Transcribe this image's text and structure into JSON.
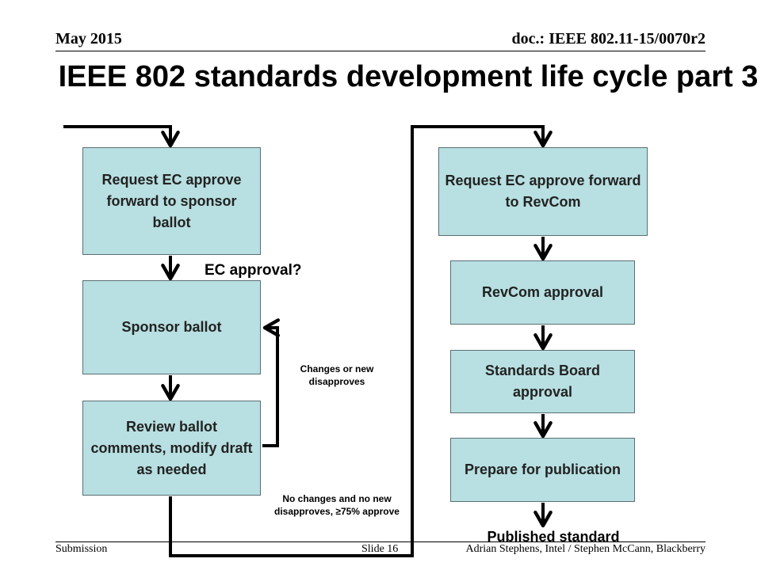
{
  "header": {
    "date": "May 2015",
    "doc": "doc.: IEEE 802.11-15/0070r2"
  },
  "title": "IEEE 802 standards development life cycle part 3",
  "boxes": {
    "request_sponsor": "Request EC approve forward to sponsor ballot",
    "sponsor_ballot": "Sponsor ballot",
    "review_comments": "Review ballot comments, modify draft as needed",
    "request_revcom": "Request EC approve forward to RevCom",
    "revcom_approval": "RevCom approval",
    "standards_board": "Standards Board approval",
    "prepare_publication": "Prepare for publication"
  },
  "labels": {
    "ec_approval": "EC approval?",
    "changes": "Changes or new disapproves",
    "no_changes": "No changes and no new disapproves, ≥75% approve",
    "published": "Published standard"
  },
  "footer": {
    "left": "Submission",
    "center": "Slide 16",
    "right": "Adrian Stephens, Intel / Stephen McCann, Blackberry"
  }
}
